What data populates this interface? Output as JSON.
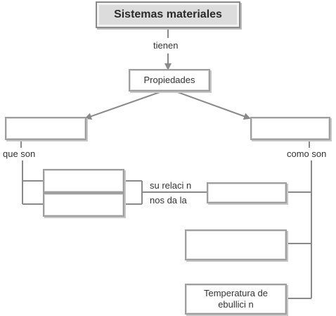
{
  "title": "Sistemas materiales",
  "link_tienen": "tienen",
  "properties": "Propiedades",
  "left_branch": {
    "connector": "que son",
    "top_box": "",
    "stacked_boxes": [
      "",
      ""
    ]
  },
  "relation": {
    "line1": "su relaci n",
    "line2": "nos da la"
  },
  "right_branch": {
    "connector": "como son",
    "top_box": "",
    "boxes": [
      "",
      "",
      "Temperatura de ebullici n"
    ]
  },
  "colors": {
    "line": "#8a8a8a",
    "box_border": "#9e9e9e",
    "title_fill": "#dcdcdc"
  }
}
